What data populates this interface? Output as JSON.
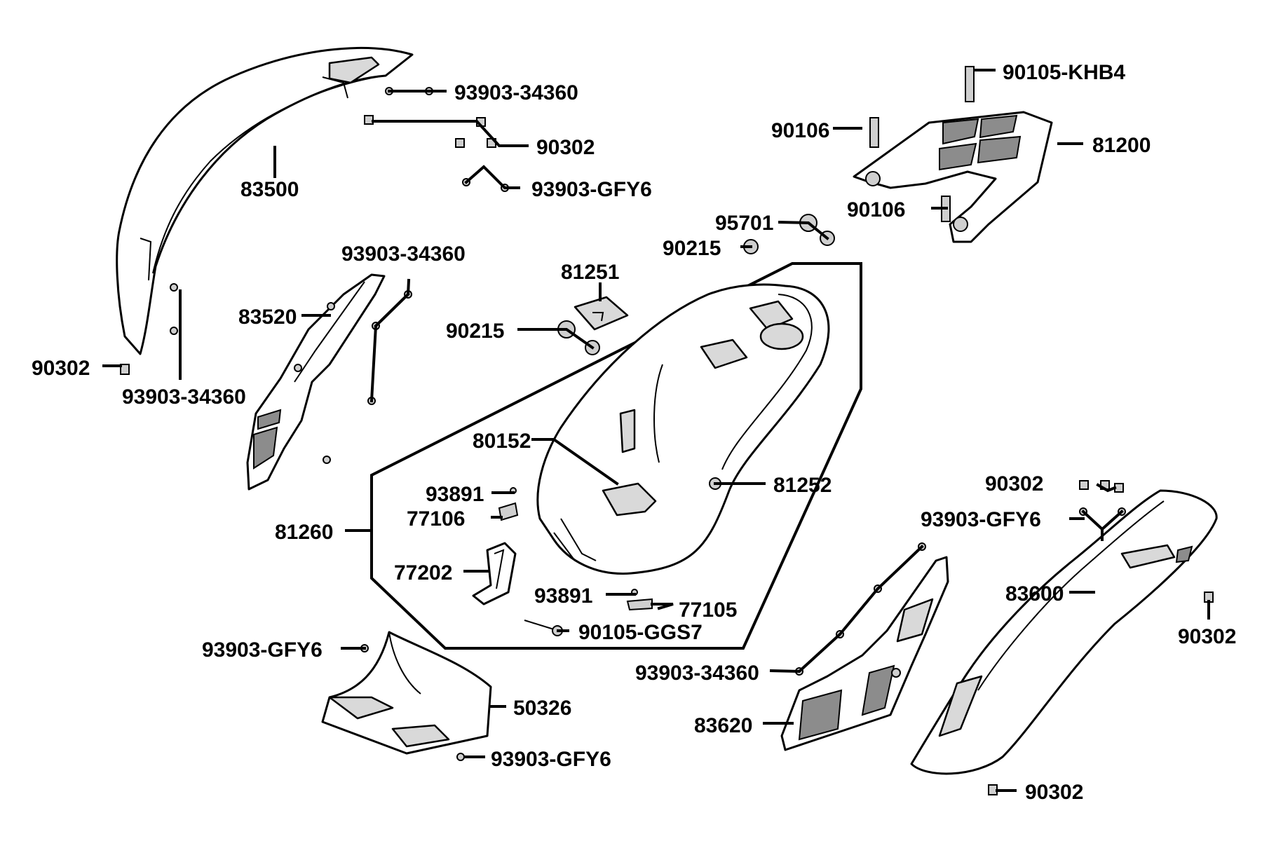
{
  "labels": {
    "p93903_34360_top": "93903-34360",
    "p83500": "83500",
    "p90302_top": "90302",
    "p93903_gfy6_top": "93903-GFY6",
    "p90105_khb4": "90105-KHB4",
    "p90106_upper": "90106",
    "p81200": "81200",
    "p90106_lower": "90106",
    "p95701": "95701",
    "p90215_right": "90215",
    "p93903_34360_mid": "93903-34360",
    "p83520": "83520",
    "p81251": "81251",
    "p90215_left": "90215",
    "p90302_left": "90302",
    "p93903_34360_left": "93903-34360",
    "p80152": "80152",
    "p81252": "81252",
    "p93891_upper": "93891",
    "p77106": "77106",
    "p81260": "81260",
    "p77202": "77202",
    "p93891_lower": "93891",
    "p77105": "77105",
    "p90105_ggs7": "90105-GGS7",
    "p90302_right": "90302",
    "p93903_gfy6_right": "93903-GFY6",
    "p83600": "83600",
    "p90302_far_right": "90302",
    "p93903_gfy6_bottom_left": "93903-GFY6",
    "p50326": "50326",
    "p93903_gfy6_bottom": "93903-GFY6",
    "p93903_34360_bottom": "93903-34360",
    "p83620": "83620",
    "p90302_bottom": "90302"
  }
}
